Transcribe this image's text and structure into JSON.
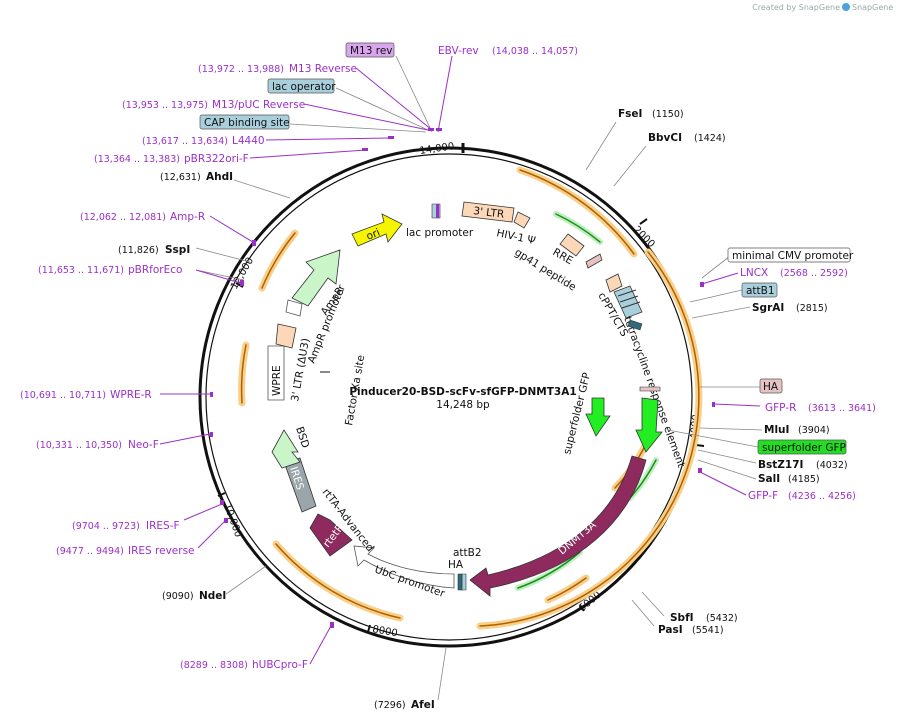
{
  "credit": "Created by SnapGene",
  "plasmid": {
    "name": "Pinducer20-BSD-scFv-sfGFP-DNMT3A1",
    "size": "14,248 bp"
  },
  "ticks": [
    "2000",
    "4000",
    "6000",
    "8000",
    "10,000",
    "12,000",
    "14,000"
  ],
  "enzymes": [
    {
      "name": "FseI",
      "pos": "(1150)"
    },
    {
      "name": "BbvCI",
      "pos": "(1424)"
    },
    {
      "name": "SgrAI",
      "pos": "(2815)"
    },
    {
      "name": "MluI",
      "pos": "(3904)"
    },
    {
      "name": "BstZ17I",
      "pos": "(4032)"
    },
    {
      "name": "SalI",
      "pos": "(4185)"
    },
    {
      "name": "SbfI",
      "pos": "(5432)"
    },
    {
      "name": "PasI",
      "pos": "(5541)"
    },
    {
      "name": "AfeI",
      "pos": "(7296)"
    },
    {
      "name": "NdeI",
      "pos": "(9090)"
    },
    {
      "name": "SspI",
      "pos": "(11,826)"
    },
    {
      "name": "AhdI",
      "pos": "(12,631)"
    }
  ],
  "primers": [
    {
      "name": "EBV-rev",
      "pos": "(14,038 .. 14,057)"
    },
    {
      "name": "M13 Reverse",
      "pos": "(13,972 .. 13,988)"
    },
    {
      "name": "M13/pUC Reverse",
      "pos": "(13,953 .. 13,975)"
    },
    {
      "name": "L4440",
      "pos": "(13,617 .. 13,634)"
    },
    {
      "name": "pBR322ori-F",
      "pos": "(13,364 .. 13,383)"
    },
    {
      "name": "Amp-R",
      "pos": "(12,062 .. 12,081)"
    },
    {
      "name": "pBRforEco",
      "pos": "(11,653 .. 11,671)"
    },
    {
      "name": "WPRE-R",
      "pos": "(10,691 .. 10,711)"
    },
    {
      "name": "Neo-F",
      "pos": "(10,331 .. 10,350)"
    },
    {
      "name": "IRES-F",
      "pos": "(9704 .. 9723)"
    },
    {
      "name": "IRES reverse",
      "pos": "(9477 .. 9494)"
    },
    {
      "name": "hUBCpro-F",
      "pos": "(8289 .. 8308)"
    },
    {
      "name": "LNCX",
      "pos": "(2568 .. 2592)"
    },
    {
      "name": "GFP-R",
      "pos": "(3613 .. 3641)"
    },
    {
      "name": "GFP-F",
      "pos": "(4236 .. 4256)"
    }
  ],
  "boxed": [
    {
      "name": "M13 rev",
      "color": "#d9a6ee"
    },
    {
      "name": "lac operator",
      "color": "#a9cfdc"
    },
    {
      "name": "CAP binding site",
      "color": "#a9cfdc"
    },
    {
      "name": "minimal CMV promoter",
      "color": "#ffffff"
    },
    {
      "name": "attB1",
      "color": "#a9cfdc"
    },
    {
      "name": "HA",
      "color": "#e6c3c3"
    },
    {
      "name": "superfolder GFP",
      "color": "#22dd22"
    }
  ],
  "features": [
    "3' LTR",
    "HIV-1 Ψ",
    "RRE",
    "gp41 peptide",
    "cPPT/CTS",
    "tetracycline response element",
    "superfolder GFP",
    "DNMT3A",
    "attB2",
    "HA",
    "UbC promoter",
    "rtetR",
    "rtTA-Advanced",
    "IRES",
    "BSD",
    "WPRE",
    "3' LTR (ΔU3)",
    "AmpR promoter",
    "AmpR",
    "ori",
    "lac promoter",
    "Factor Xa site"
  ],
  "colors": {
    "backbone": "#111111",
    "primer": "#9b30c8",
    "ltr": "#fdd8b8",
    "ori": "#f5f500",
    "ampr": "#c9f5c9",
    "gfp": "#22ee22",
    "dnmt3a": "#8e2a5e",
    "ires": "#9aa6aa",
    "bsd": "#c9f5c9",
    "orf_halo": "#f7d08a",
    "orf_arrow": "#b35f00"
  }
}
